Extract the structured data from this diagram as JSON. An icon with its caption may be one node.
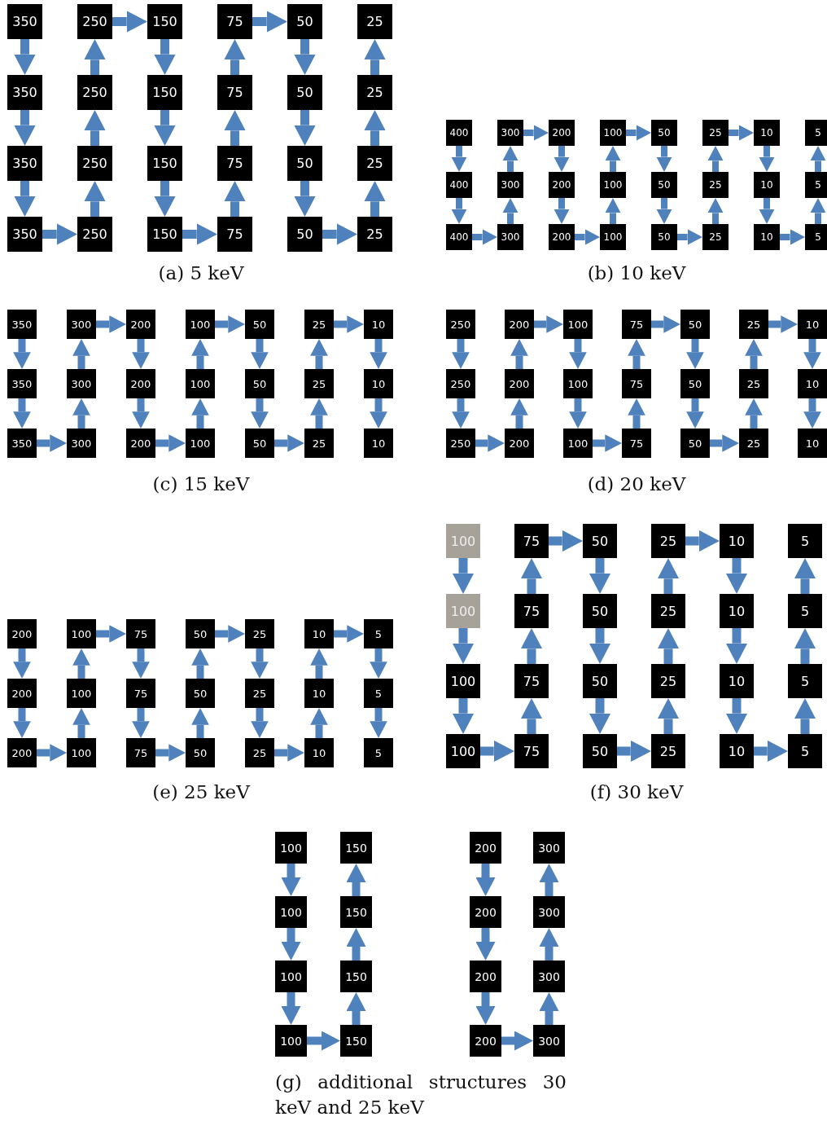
{
  "diagram": {
    "nodes": [
      {
        "text": [
          "350"
        ]
      },
      {
        "text": [
          "250"
        ]
      },
      {
        "text": [
          "150"
        ]
      },
      {
        "text": [
          "75"
        ]
      },
      {
        "text": [
          "50"
        ]
      },
      {
        "text": [
          "25"
        ]
      },
      {
        "text": [
          "350"
        ]
      },
      {
        "text": [
          "250"
        ]
      },
      {
        "text": [
          "150"
        ]
      },
      {
        "text": [
          "75"
        ]
      },
      {
        "text": [
          "50"
        ]
      },
      {
        "text": [
          "25"
        ]
      },
      {
        "text": [
          "350"
        ]
      },
      {
        "text": [
          "250"
        ]
      },
      {
        "text": [
          "150"
        ]
      },
      {
        "text": [
          "75"
        ]
      },
      {
        "text": [
          "50"
        ]
      },
      {
        "text": [
          "25"
        ]
      },
      {
        "text": [
          "350"
        ]
      },
      {
        "text": [
          "250"
        ]
      },
      {
        "text": [
          "150"
        ]
      },
      {
        "text": [
          "75"
        ]
      },
      {
        "text": [
          "50"
        ]
      },
      {
        "text": [
          "25"
        ]
      },
      {
        "text": [
          "400"
        ]
      },
      {
        "text": [
          "300"
        ]
      },
      {
        "text": [
          "200"
        ]
      },
      {
        "text": [
          "100"
        ]
      },
      {
        "text": [
          "50"
        ]
      },
      {
        "text": [
          "25"
        ]
      },
      {
        "text": [
          "10"
        ]
      },
      {
        "text": [
          "5"
        ]
      },
      {
        "text": [
          "400"
        ]
      },
      {
        "text": [
          "300"
        ]
      },
      {
        "text": [
          "200"
        ]
      },
      {
        "text": [
          "100"
        ]
      },
      {
        "text": [
          "50"
        ]
      },
      {
        "text": [
          "25"
        ]
      },
      {
        "text": [
          "10"
        ]
      },
      {
        "text": [
          "5"
        ]
      },
      {
        "text": [
          "400"
        ]
      },
      {
        "text": [
          "300"
        ]
      },
      {
        "text": [
          "200"
        ]
      },
      {
        "text": [
          "100"
        ]
      },
      {
        "text": [
          "50"
        ]
      },
      {
        "text": [
          "25"
        ]
      },
      {
        "text": [
          "10"
        ]
      },
      {
        "text": [
          "5"
        ]
      },
      {
        "text": [
          "350"
        ]
      },
      {
        "text": [
          "300"
        ]
      },
      {
        "text": [
          "200"
        ]
      },
      {
        "text": [
          "100"
        ]
      },
      {
        "text": [
          "50"
        ]
      },
      {
        "text": [
          "25"
        ]
      },
      {
        "text": [
          "10"
        ]
      },
      {
        "text": [
          "350"
        ]
      },
      {
        "text": [
          "300"
        ]
      },
      {
        "text": [
          "200"
        ]
      },
      {
        "text": [
          "100"
        ]
      },
      {
        "text": [
          "50"
        ]
      },
      {
        "text": [
          "25"
        ]
      },
      {
        "text": [
          "10"
        ]
      },
      {
        "text": [
          "350"
        ]
      },
      {
        "text": [
          "300"
        ]
      },
      {
        "text": [
          "200"
        ]
      },
      {
        "text": [
          "100"
        ]
      },
      {
        "text": [
          "50"
        ]
      },
      {
        "text": [
          "25"
        ]
      },
      {
        "text": [
          "10"
        ]
      },
      {
        "text": [
          "250"
        ]
      },
      {
        "text": [
          "200"
        ]
      },
      {
        "text": [
          "100"
        ]
      },
      {
        "text": [
          "75"
        ]
      },
      {
        "text": [
          "50"
        ]
      },
      {
        "text": [
          "25"
        ]
      },
      {
        "text": [
          "10"
        ]
      },
      {
        "text": [
          "250"
        ]
      },
      {
        "text": [
          "200"
        ]
      },
      {
        "text": [
          "100"
        ]
      },
      {
        "text": [
          "75"
        ]
      },
      {
        "text": [
          "50"
        ]
      },
      {
        "text": [
          "25"
        ]
      },
      {
        "text": [
          "10"
        ]
      },
      {
        "text": [
          "250"
        ]
      },
      {
        "text": [
          "200"
        ]
      },
      {
        "text": [
          "100"
        ]
      },
      {
        "text": [
          "75"
        ]
      },
      {
        "text": [
          "50"
        ]
      },
      {
        "text": [
          "25"
        ]
      },
      {
        "text": [
          "10"
        ]
      },
      {
        "text": [
          "200"
        ]
      },
      {
        "text": [
          "100"
        ]
      },
      {
        "text": [
          "75"
        ]
      },
      {
        "text": [
          "50"
        ]
      },
      {
        "text": [
          "25"
        ]
      },
      {
        "text": [
          "10"
        ]
      },
      {
        "text": [
          "5"
        ]
      },
      {
        "text": [
          "200"
        ]
      },
      {
        "text": [
          "100"
        ]
      },
      {
        "text": [
          "75"
        ]
      },
      {
        "text": [
          "50"
        ]
      },
      {
        "text": [
          "25"
        ]
      },
      {
        "text": [
          "10"
        ]
      },
      {
        "text": [
          "5"
        ]
      },
      {
        "text": [
          "200"
        ]
      },
      {
        "text": [
          "100"
        ]
      },
      {
        "text": [
          "75"
        ]
      },
      {
        "text": [
          "50"
        ]
      },
      {
        "text": [
          "25"
        ]
      },
      {
        "text": [
          "10"
        ]
      },
      {
        "text": [
          "5"
        ]
      },
      {
        "text": [
          "100"
        ]
      },
      {
        "text": [
          "75"
        ]
      },
      {
        "text": [
          "50"
        ]
      },
      {
        "text": [
          "25"
        ]
      },
      {
        "text": [
          "10"
        ]
      },
      {
        "text": [
          "5"
        ]
      },
      {
        "text": [
          "100"
        ]
      },
      {
        "text": [
          "75"
        ]
      },
      {
        "text": [
          "50"
        ]
      },
      {
        "text": [
          "25"
        ]
      },
      {
        "text": [
          "10"
        ]
      },
      {
        "text": [
          "5"
        ]
      },
      {
        "text": [
          "100"
        ]
      },
      {
        "text": [
          "75"
        ]
      },
      {
        "text": [
          "50"
        ]
      },
      {
        "text": [
          "25"
        ]
      },
      {
        "text": [
          "10"
        ]
      },
      {
        "text": [
          "5"
        ]
      },
      {
        "text": [
          "100"
        ]
      },
      {
        "text": [
          "75"
        ]
      },
      {
        "text": [
          "50"
        ]
      },
      {
        "text": [
          "25"
        ]
      },
      {
        "text": [
          "10"
        ]
      },
      {
        "text": [
          "5"
        ]
      },
      {
        "text": [
          "100"
        ]
      },
      {
        "text": [
          "150"
        ]
      },
      {
        "text": [
          "200"
        ]
      },
      {
        "text": [
          "300"
        ]
      },
      {
        "text": [
          "100"
        ]
      },
      {
        "text": [
          "150"
        ]
      },
      {
        "text": [
          "200"
        ]
      },
      {
        "text": [
          "300"
        ]
      },
      {
        "text": [
          "100"
        ]
      },
      {
        "text": [
          "150"
        ]
      },
      {
        "text": [
          "200"
        ]
      },
      {
        "text": [
          "300"
        ]
      },
      {
        "text": [
          "100"
        ]
      },
      {
        "text": [
          "150"
        ]
      },
      {
        "text": [
          "200"
        ]
      },
      {
        "text": [
          "300"
        ]
      }
    ],
    "edges": [
      {
        "from": 0,
        "to": 6,
        "arrow": "to"
      },
      {
        "from": 6,
        "to": 12,
        "arrow": "to"
      },
      {
        "from": 12,
        "to": 18,
        "arrow": "to"
      },
      {
        "from": 18,
        "to": 19,
        "arrow": "to"
      },
      {
        "from": 19,
        "to": 13,
        "arrow": "to"
      },
      {
        "from": 13,
        "to": 7,
        "arrow": "to"
      },
      {
        "from": 7,
        "to": 1,
        "arrow": "to"
      },
      {
        "from": 1,
        "to": 2,
        "arrow": "to"
      },
      {
        "from": 2,
        "to": 8,
        "arrow": "to"
      },
      {
        "from": 8,
        "to": 14,
        "arrow": "to"
      },
      {
        "from": 14,
        "to": 20,
        "arrow": "to"
      },
      {
        "from": 20,
        "to": 21,
        "arrow": "to"
      },
      {
        "from": 21,
        "to": 15,
        "arrow": "to"
      },
      {
        "from": 15,
        "to": 9,
        "arrow": "to"
      },
      {
        "from": 9,
        "to": 3,
        "arrow": "to"
      },
      {
        "from": 3,
        "to": 4,
        "arrow": "to"
      },
      {
        "from": 4,
        "to": 10,
        "arrow": "to"
      },
      {
        "from": 10,
        "to": 16,
        "arrow": "to"
      },
      {
        "from": 16,
        "to": 22,
        "arrow": "to"
      },
      {
        "from": 22,
        "to": 23,
        "arrow": "to"
      },
      {
        "from": 23,
        "to": 17,
        "arrow": "to"
      },
      {
        "from": 17,
        "to": 11,
        "arrow": "to"
      },
      {
        "from": 11,
        "to": 5,
        "arrow": "to"
      },
      {
        "from": 24,
        "to": 32,
        "arrow": "to"
      },
      {
        "from": 32,
        "to": 40,
        "arrow": "to"
      },
      {
        "from": 40,
        "to": 41,
        "arrow": "to"
      },
      {
        "from": 41,
        "to": 33,
        "arrow": "to"
      },
      {
        "from": 33,
        "to": 25,
        "arrow": "to"
      },
      {
        "from": 25,
        "to": 26,
        "arrow": "to"
      },
      {
        "from": 26,
        "to": 34,
        "arrow": "to"
      },
      {
        "from": 34,
        "to": 42,
        "arrow": "to"
      },
      {
        "from": 42,
        "to": 43,
        "arrow": "to"
      },
      {
        "from": 43,
        "to": 35,
        "arrow": "to"
      },
      {
        "from": 35,
        "to": 27,
        "arrow": "to"
      },
      {
        "from": 27,
        "to": 28,
        "arrow": "to"
      },
      {
        "from": 28,
        "to": 36,
        "arrow": "to"
      },
      {
        "from": 36,
        "to": 44,
        "arrow": "to"
      },
      {
        "from": 44,
        "to": 45,
        "arrow": "to"
      },
      {
        "from": 45,
        "to": 37,
        "arrow": "to"
      },
      {
        "from": 37,
        "to": 29,
        "arrow": "to"
      },
      {
        "from": 29,
        "to": 30,
        "arrow": "to"
      },
      {
        "from": 30,
        "to": 38,
        "arrow": "to"
      },
      {
        "from": 38,
        "to": 46,
        "arrow": "to"
      },
      {
        "from": 46,
        "to": 47,
        "arrow": "to"
      },
      {
        "from": 47,
        "to": 39,
        "arrow": "to"
      },
      {
        "from": 39,
        "to": 31,
        "arrow": "to"
      },
      {
        "from": 48,
        "to": 55,
        "arrow": "to"
      },
      {
        "from": 55,
        "to": 62,
        "arrow": "to"
      },
      {
        "from": 62,
        "to": 63,
        "arrow": "to"
      },
      {
        "from": 63,
        "to": 56,
        "arrow": "to"
      },
      {
        "from": 56,
        "to": 49,
        "arrow": "to"
      },
      {
        "from": 49,
        "to": 50,
        "arrow": "to"
      },
      {
        "from": 50,
        "to": 57,
        "arrow": "to"
      },
      {
        "from": 57,
        "to": 64,
        "arrow": "to"
      },
      {
        "from": 64,
        "to": 65,
        "arrow": "to"
      },
      {
        "from": 65,
        "to": 58,
        "arrow": "to"
      },
      {
        "from": 58,
        "to": 51,
        "arrow": "to"
      },
      {
        "from": 51,
        "to": 52,
        "arrow": "to"
      },
      {
        "from": 52,
        "to": 59,
        "arrow": "to"
      },
      {
        "from": 59,
        "to": 66,
        "arrow": "to"
      },
      {
        "from": 66,
        "to": 67,
        "arrow": "to"
      },
      {
        "from": 67,
        "to": 60,
        "arrow": "to"
      },
      {
        "from": 60,
        "to": 53,
        "arrow": "to"
      },
      {
        "from": 53,
        "to": 54,
        "arrow": "to"
      },
      {
        "from": 54,
        "to": 61,
        "arrow": "to"
      },
      {
        "from": 61,
        "to": 68,
        "arrow": "to"
      },
      {
        "from": 69,
        "to": 76,
        "arrow": "to"
      },
      {
        "from": 76,
        "to": 83,
        "arrow": "to"
      },
      {
        "from": 83,
        "to": 84,
        "arrow": "to"
      },
      {
        "from": 84,
        "to": 77,
        "arrow": "to"
      },
      {
        "from": 77,
        "to": 70,
        "arrow": "to"
      },
      {
        "from": 70,
        "to": 71,
        "arrow": "to"
      },
      {
        "from": 71,
        "to": 78,
        "arrow": "to"
      },
      {
        "from": 78,
        "to": 85,
        "arrow": "to"
      },
      {
        "from": 85,
        "to": 86,
        "arrow": "to"
      },
      {
        "from": 86,
        "to": 79,
        "arrow": "to"
      },
      {
        "from": 79,
        "to": 72,
        "arrow": "to"
      },
      {
        "from": 72,
        "to": 73,
        "arrow": "to"
      },
      {
        "from": 73,
        "to": 80,
        "arrow": "to"
      },
      {
        "from": 80,
        "to": 87,
        "arrow": "to"
      },
      {
        "from": 87,
        "to": 88,
        "arrow": "to"
      },
      {
        "from": 88,
        "to": 81,
        "arrow": "to"
      },
      {
        "from": 81,
        "to": 74,
        "arrow": "to"
      },
      {
        "from": 74,
        "to": 75,
        "arrow": "to"
      },
      {
        "from": 75,
        "to": 82,
        "arrow": "to"
      },
      {
        "from": 82,
        "to": 89,
        "arrow": "to"
      },
      {
        "from": 90,
        "to": 97,
        "arrow": "to"
      },
      {
        "from": 97,
        "to": 104,
        "arrow": "to"
      },
      {
        "from": 104,
        "to": 105,
        "arrow": "to"
      },
      {
        "from": 105,
        "to": 98,
        "arrow": "to"
      },
      {
        "from": 98,
        "to": 91,
        "arrow": "to"
      },
      {
        "from": 91,
        "to": 92,
        "arrow": "to"
      },
      {
        "from": 92,
        "to": 99,
        "arrow": "to"
      },
      {
        "from": 99,
        "to": 106,
        "arrow": "to"
      },
      {
        "from": 106,
        "to": 107,
        "arrow": "to"
      },
      {
        "from": 107,
        "to": 100,
        "arrow": "to"
      },
      {
        "from": 100,
        "to": 93,
        "arrow": "to"
      },
      {
        "from": 93,
        "to": 94,
        "arrow": "to"
      },
      {
        "from": 94,
        "to": 101,
        "arrow": "to"
      },
      {
        "from": 101,
        "to": 108,
        "arrow": "to"
      },
      {
        "from": 108,
        "to": 109,
        "arrow": "to"
      },
      {
        "from": 109,
        "to": 102,
        "arrow": "to"
      },
      {
        "from": 102,
        "to": 95,
        "arrow": "to"
      },
      {
        "from": 95,
        "to": 96,
        "arrow": "to"
      },
      {
        "from": 96,
        "to": 103,
        "arrow": "to"
      },
      {
        "from": 103,
        "to": 110,
        "arrow": "to"
      },
      {
        "from": 111,
        "to": 117,
        "arrow": "to"
      },
      {
        "from": 117,
        "to": 123,
        "arrow": "to"
      },
      {
        "from": 123,
        "to": 129,
        "arrow": "to"
      },
      {
        "from": 129,
        "to": 130,
        "arrow": "to"
      },
      {
        "from": 130,
        "to": 124,
        "arrow": "to"
      },
      {
        "from": 124,
        "to": 118,
        "arrow": "to"
      },
      {
        "from": 118,
        "to": 112,
        "arrow": "to"
      },
      {
        "from": 112,
        "to": 113,
        "arrow": "to"
      },
      {
        "from": 113,
        "to": 119,
        "arrow": "to"
      },
      {
        "from": 119,
        "to": 125,
        "arrow": "to"
      },
      {
        "from": 125,
        "to": 131,
        "arrow": "to"
      },
      {
        "from": 131,
        "to": 132,
        "arrow": "to"
      },
      {
        "from": 132,
        "to": 126,
        "arrow": "to"
      },
      {
        "from": 126,
        "to": 120,
        "arrow": "to"
      },
      {
        "from": 120,
        "to": 114,
        "arrow": "to"
      },
      {
        "from": 114,
        "to": 115,
        "arrow": "to"
      },
      {
        "from": 115,
        "to": 121,
        "arrow": "to"
      },
      {
        "from": 121,
        "to": 127,
        "arrow": "to"
      },
      {
        "from": 127,
        "to": 133,
        "arrow": "to"
      },
      {
        "from": 133,
        "to": 134,
        "arrow": "to"
      },
      {
        "from": 134,
        "to": 128,
        "arrow": "to"
      },
      {
        "from": 128,
        "to": 122,
        "arrow": "to"
      },
      {
        "from": 122,
        "to": 116,
        "arrow": "to"
      },
      {
        "from": 135,
        "to": 139,
        "arrow": "to"
      },
      {
        "from": 139,
        "to": 143,
        "arrow": "to"
      },
      {
        "from": 143,
        "to": 147,
        "arrow": "to"
      },
      {
        "from": 147,
        "to": 148,
        "arrow": "to"
      },
      {
        "from": 148,
        "to": 144,
        "arrow": "to"
      },
      {
        "from": 144,
        "to": 140,
        "arrow": "to"
      },
      {
        "from": 140,
        "to": 136,
        "arrow": "to"
      },
      {
        "from": 137,
        "to": 141,
        "arrow": "to"
      },
      {
        "from": 141,
        "to": 145,
        "arrow": "to"
      },
      {
        "from": 145,
        "to": 149,
        "arrow": "to"
      },
      {
        "from": 149,
        "to": 150,
        "arrow": "to"
      },
      {
        "from": 150,
        "to": 146,
        "arrow": "to"
      },
      {
        "from": 146,
        "to": 142,
        "arrow": "to"
      },
      {
        "from": 142,
        "to": 138,
        "arrow": "to"
      }
    ],
    "labels": [
      "(a) 5 keV",
      "(b) 10 keV",
      "(c) 15 keV",
      "(d) 20 keV",
      "(e) 25 keV",
      "(f) 30 keV",
      "(g) additional structures 30 keV and 25 keV"
    ]
  }
}
